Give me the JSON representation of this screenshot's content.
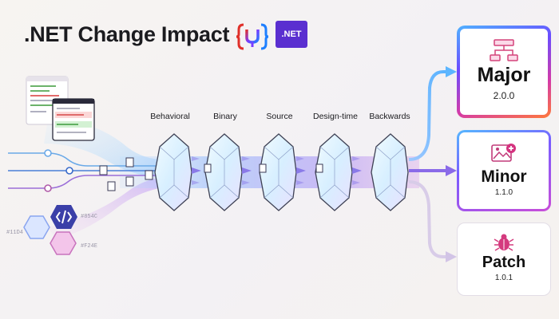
{
  "header": {
    "title": ".NET Change Impact",
    "net_badge": ".NET"
  },
  "stages": [
    {
      "label": "Behavioral"
    },
    {
      "label": "Binary"
    },
    {
      "label": "Source"
    },
    {
      "label": "Design-time"
    },
    {
      "label": "Backwards"
    }
  ],
  "outcomes": [
    {
      "name": "Major",
      "version": "2.0.0",
      "icon": "sitemap-icon"
    },
    {
      "name": "Minor",
      "version": "1.1.0",
      "icon": "image-add-icon"
    },
    {
      "name": "Patch",
      "version": "1.0.1",
      "icon": "bug-icon"
    }
  ],
  "hex_labels": {
    "a": "#11D4",
    "b": "#854C",
    "c": "#F24E"
  },
  "colors": {
    "accent_purple": "#5a2fd0",
    "flow_blue": "#4aa8ff",
    "flow_violet": "#8b6cf0",
    "flow_pink": "#e07ad0"
  }
}
